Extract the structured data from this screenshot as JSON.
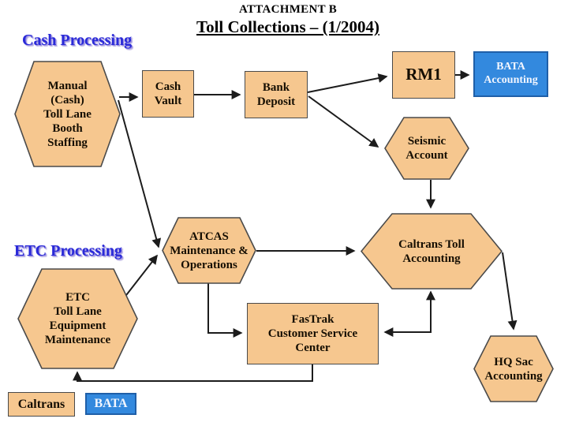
{
  "title": {
    "line1": "ATTACHMENT B",
    "line2": "Toll Collections – (1/2004)"
  },
  "sections": {
    "cash": "Cash Processing",
    "etc": "ETC Processing"
  },
  "nodes": {
    "manual": "Manual\n(Cash)\nToll Lane\nBooth\nStaffing",
    "cash_vault": "Cash\nVault",
    "bank_deposit": "Bank\nDeposit",
    "rm1": "RM1",
    "bata_accounting": "BATA\nAccounting",
    "seismic": "Seismic\nAccount",
    "atcas": "ATCAS\nMaintenance &\nOperations",
    "etc_maintenance": "ETC\nToll Lane\nEquipment\nMaintenance",
    "caltrans_toll": "Caltrans Toll\nAccounting",
    "fastrak": "FasTrak\nCustomer Service\nCenter",
    "hq_sac": "HQ Sac\nAccounting"
  },
  "legend": {
    "caltrans": "Caltrans",
    "bata": "BATA"
  },
  "colors": {
    "caltrans_node_fill": "#F6C78F",
    "node_border": "#4A4A4A",
    "bata_node_fill": "#3389DE",
    "bata_node_border": "#1F5FA8",
    "connector": "#1C1C1C",
    "section_label_blue": "#2A2AD8",
    "title_text": "#000000"
  }
}
